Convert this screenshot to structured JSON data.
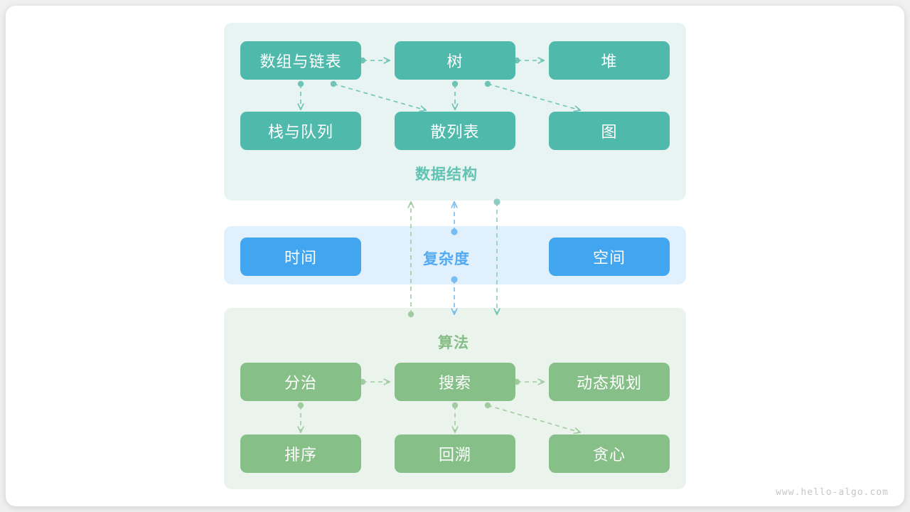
{
  "watermark": "www.hello-algo.com",
  "colors": {
    "canvas": "#f0f0f0",
    "card": "#ffffff",
    "teal_node": "#4fb9ab",
    "blue_node": "#42a5f0",
    "green_node": "#87bf88",
    "teal_panel": "#e7f4f1",
    "blue_panel": "#e0f0fd",
    "green_panel": "#ebf4ec",
    "teal_label": "#61c3b3",
    "blue_label": "#53aaf2",
    "green_label": "#85bd86",
    "teal_edge": "#6fc4b7",
    "blue_edge": "#78bdf0",
    "green_edge": "#a1cca2",
    "watermark_text": "#c6c6c6"
  },
  "sections": {
    "data_structure": {
      "label": "数据结构",
      "nodes": [
        {
          "id": "array-linkedlist",
          "label": "数组与链表",
          "col": 0,
          "row": 0
        },
        {
          "id": "tree",
          "label": "树",
          "col": 1,
          "row": 0
        },
        {
          "id": "heap",
          "label": "堆",
          "col": 2,
          "row": 0
        },
        {
          "id": "stack-queue",
          "label": "栈与队列",
          "col": 0,
          "row": 1
        },
        {
          "id": "hash-table",
          "label": "散列表",
          "col": 1,
          "row": 1
        },
        {
          "id": "graph",
          "label": "图",
          "col": 2,
          "row": 1
        }
      ],
      "edges": [
        {
          "from": "array-linkedlist",
          "to": "tree"
        },
        {
          "from": "tree",
          "to": "heap"
        },
        {
          "from": "array-linkedlist",
          "to": "stack-queue"
        },
        {
          "from": "array-linkedlist",
          "to": "hash-table"
        },
        {
          "from": "tree",
          "to": "hash-table"
        },
        {
          "from": "tree",
          "to": "graph"
        }
      ]
    },
    "complexity": {
      "label": "复杂度",
      "nodes": [
        {
          "id": "time",
          "label": "时间",
          "col": 0
        },
        {
          "id": "space",
          "label": "空间",
          "col": 2
        }
      ]
    },
    "algorithm": {
      "label": "算法",
      "nodes": [
        {
          "id": "divide-conquer",
          "label": "分治",
          "col": 0,
          "row": 0
        },
        {
          "id": "search",
          "label": "搜索",
          "col": 1,
          "row": 0
        },
        {
          "id": "dynamic-programming",
          "label": "动态规划",
          "col": 2,
          "row": 0
        },
        {
          "id": "sorting",
          "label": "排序",
          "col": 0,
          "row": 1
        },
        {
          "id": "backtracking",
          "label": "回溯",
          "col": 1,
          "row": 1
        },
        {
          "id": "greedy",
          "label": "贪心",
          "col": 2,
          "row": 1
        }
      ],
      "edges": [
        {
          "from": "divide-conquer",
          "to": "search"
        },
        {
          "from": "search",
          "to": "dynamic-programming"
        },
        {
          "from": "divide-conquer",
          "to": "sorting"
        },
        {
          "from": "search",
          "to": "backtracking"
        },
        {
          "from": "search",
          "to": "greedy"
        }
      ]
    }
  },
  "cross_section_connectors": [
    {
      "id": "algo-to-ds-green",
      "direction": "up",
      "color": "green"
    },
    {
      "id": "complexity-blue",
      "direction": "both",
      "color": "blue"
    },
    {
      "id": "ds-to-algo-teal",
      "direction": "down",
      "color": "teal"
    }
  ]
}
